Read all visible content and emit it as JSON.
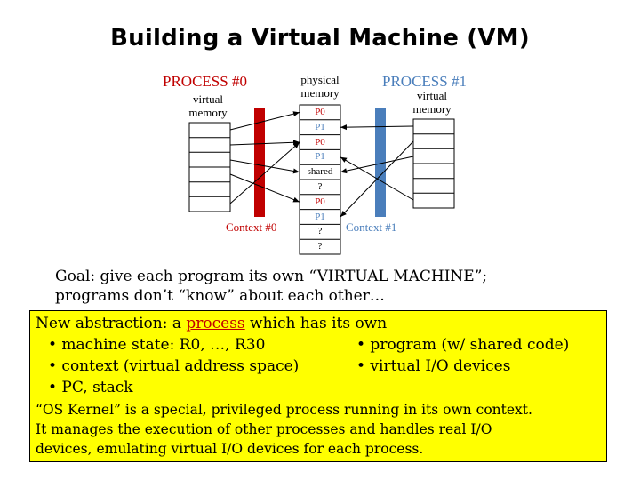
{
  "title": "Building a Virtual Machine (VM)",
  "diagram": {
    "process0_label": "PROCESS #0",
    "process1_label": "PROCESS #1",
    "virtual_memory_label": [
      "virtual",
      "memory"
    ],
    "physical_memory_label": [
      "physical",
      "memory"
    ],
    "context0_label": "Context #0",
    "context1_label": "Context #1",
    "physical_cells": [
      {
        "text": "P0",
        "owner": "p0"
      },
      {
        "text": "P1",
        "owner": "p1"
      },
      {
        "text": "P0",
        "owner": "p0"
      },
      {
        "text": "P1",
        "owner": "p1"
      },
      {
        "text": "shared",
        "owner": "none"
      },
      {
        "text": "?",
        "owner": "none"
      },
      {
        "text": "P0",
        "owner": "p0"
      },
      {
        "text": "P1",
        "owner": "p1"
      },
      {
        "text": "?",
        "owner": "none"
      },
      {
        "text": "?",
        "owner": "none"
      }
    ],
    "colors": {
      "process0": "#c00000",
      "process1": "#4a7ebb",
      "context0_bar": "#c00000",
      "context1_bar": "#4a7ebb"
    }
  },
  "goal": {
    "line1": "Goal: give each program its own “VIRTUAL MACHINE”;",
    "line2": "programs don’t “know” about each other…"
  },
  "box": {
    "intro_before": "New abstraction: a ",
    "intro_highlight": "process",
    "intro_after": " which has its own",
    "bullets_left": [
      "• machine state: R0, …, R30",
      "• context (virtual address space)",
      "• PC, stack"
    ],
    "bullets_right": [
      "• program (w/ shared code)",
      "• virtual I/O devices"
    ],
    "para": [
      "“OS Kernel” is a special, privileged process running in its own context.",
      "It manages the execution of other processes and handles real I/O",
      "devices, emulating virtual I/O devices for each process."
    ],
    "background": "#ffff00"
  }
}
